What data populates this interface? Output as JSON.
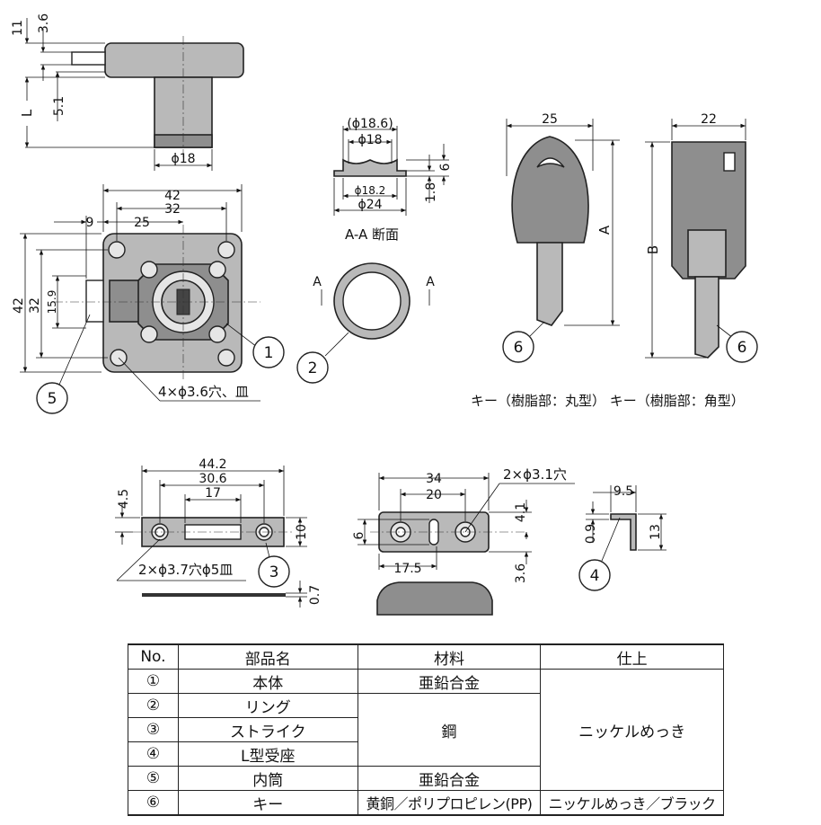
{
  "views": {
    "side": {
      "dims": {
        "top_11": "11",
        "top_3_6": "3.6",
        "l": "L",
        "dim_5_1": "5.1",
        "phi18": "ϕ18"
      }
    },
    "front": {
      "dims": {
        "w42": "42",
        "w32": "32",
        "w25": "25",
        "w9": "9",
        "h42": "42",
        "h32": "32",
        "h15_9": "15.9"
      },
      "note": "4×ϕ3.6穴、皿"
    },
    "section": {
      "dims": {
        "phi18_6": "(ϕ18.6)",
        "phi18": "ϕ18",
        "phi18_2": "ϕ18.2",
        "phi24": "ϕ24",
        "h6": "6",
        "h1_8": "1.8"
      },
      "caption": "A-A 断面",
      "cut_a": "A"
    },
    "key_round": {
      "dims": {
        "w25": "25",
        "a": "A"
      }
    },
    "key_square": {
      "dims": {
        "w22": "22",
        "b": "B"
      }
    },
    "key_caption": "キー（樹脂部：丸型）  キー（樹脂部：角型）",
    "strike": {
      "dims": {
        "w44_2": "44.2",
        "w30_6": "30.6",
        "w17": "17",
        "h4_5": "4.5",
        "h10": "10",
        "t0_7": "0.7"
      },
      "note": "2×ϕ3.7穴ϕ5皿"
    },
    "inner": {
      "dims": {
        "w34": "34",
        "w20": "20",
        "w17_5": "17.5",
        "h6": "6",
        "h4_1": "4.1",
        "h3_6": "3.6"
      },
      "note": "2×ϕ3.1穴"
    },
    "bracket": {
      "dims": {
        "w9_5": "9.5",
        "t0_9": "0.9",
        "h13": "13"
      }
    }
  },
  "callouts": {
    "c1": "1",
    "c2": "2",
    "c3": "3",
    "c4": "4",
    "c5": "5",
    "c6a": "6",
    "c6b": "6"
  },
  "table": {
    "headers": [
      "No.",
      "部品名",
      "材料",
      "仕上"
    ],
    "rows": [
      {
        "no": "①",
        "name": "本体",
        "material": "亜鉛合金"
      },
      {
        "no": "②",
        "name": "リング"
      },
      {
        "no": "③",
        "name": "ストライク"
      },
      {
        "no": "④",
        "name": "L型受座"
      },
      {
        "no": "⑤",
        "name": "内筒",
        "material": "亜鉛合金"
      },
      {
        "no": "⑥",
        "name": "キー",
        "material": "黄銅／ポリプロピレン(PP)",
        "finish": "ニッケルめっき／ブラック"
      }
    ],
    "steel": "鋼",
    "nickel": "ニッケルめっき"
  }
}
